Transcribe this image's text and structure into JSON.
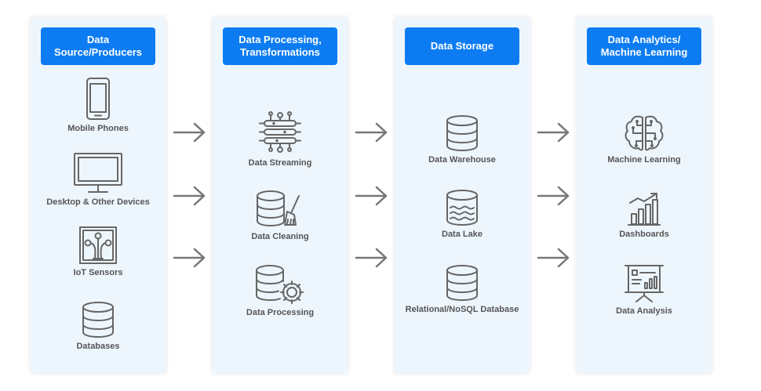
{
  "columns": [
    {
      "header": "Data\nSource/Producers",
      "items": [
        {
          "label": "Mobile Phones",
          "icon": "mobile-phone-icon"
        },
        {
          "label": "Desktop & Other Devices",
          "icon": "desktop-monitor-icon"
        },
        {
          "label": "IoT Sensors",
          "icon": "iot-sensor-icon"
        },
        {
          "label": "Databases",
          "icon": "database-icon"
        }
      ]
    },
    {
      "header": "Data Processing,\nTransformations",
      "items": [
        {
          "label": "Data Streaming",
          "icon": "data-streaming-icon"
        },
        {
          "label": "Data Cleaning",
          "icon": "data-cleaning-icon"
        },
        {
          "label": "Data Processing",
          "icon": "data-processing-icon"
        }
      ]
    },
    {
      "header": "Data Storage",
      "items": [
        {
          "label": "Data Warehouse",
          "icon": "data-warehouse-icon"
        },
        {
          "label": "Data Lake",
          "icon": "data-lake-icon"
        },
        {
          "label": "Relational/NoSQL Database",
          "icon": "relational-database-icon"
        }
      ]
    },
    {
      "header": "Data Analytics/\nMachine Learning",
      "items": [
        {
          "label": "Machine Learning",
          "icon": "brain-icon"
        },
        {
          "label": "Dashboards",
          "icon": "bar-chart-icon"
        },
        {
          "label": "Data Analysis",
          "icon": "presentation-board-icon"
        }
      ]
    }
  ],
  "colors": {
    "header_bg": "#0d7cf2",
    "header_text": "#ffffff",
    "panel_bg": "#eef6fd",
    "icon": "#666666",
    "label": "#555555",
    "arrow": "#777777"
  }
}
